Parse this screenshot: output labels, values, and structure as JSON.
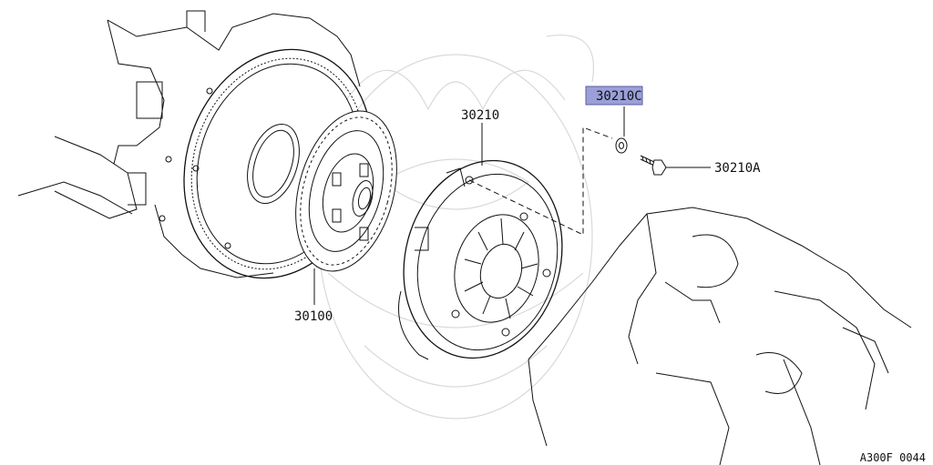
{
  "diagram": {
    "part_labels": {
      "clutch_disc": "30100",
      "clutch_cover": "30210",
      "washer": "30210C",
      "bolt": "30210A"
    },
    "highlighted_part": "30210C",
    "highlight_color": "#9a9fd8",
    "reference_code": "A300F 0044"
  }
}
